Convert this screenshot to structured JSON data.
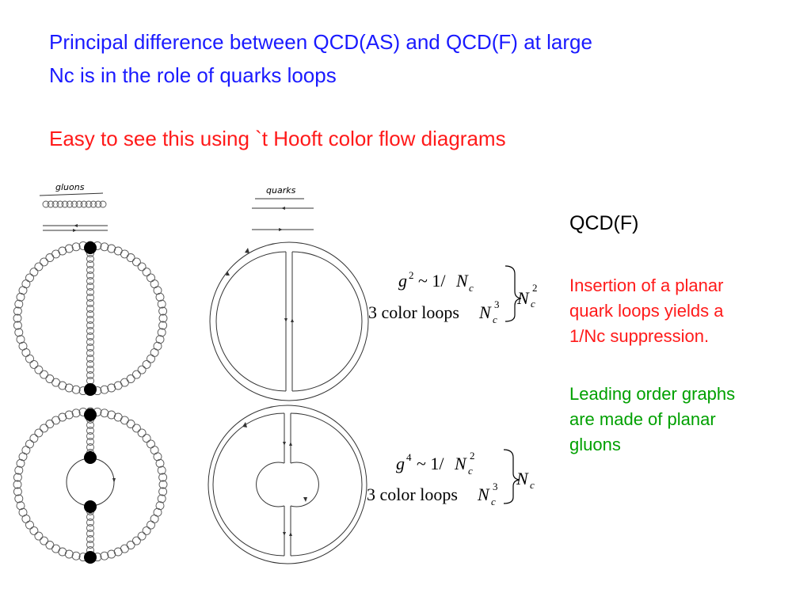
{
  "heading": {
    "line1": "Principal difference between QCD(AS) and QCD(F) at large",
    "line2": "Nc is in the role of quarks loops"
  },
  "subheading": "Easy to see this using `t Hooft color flow diagrams",
  "legend": {
    "gluons_label": "gluons",
    "quarks_label": "quarks"
  },
  "formulas": {
    "top": {
      "line1": {
        "g": "g",
        "g_exp": "2",
        "relation": "~ 1/",
        "n": "N",
        "n_sub": "c",
        "n_exp": ""
      },
      "line2": {
        "text": "3 color loops",
        "n": "N",
        "n_sub": "c",
        "n_exp": "3"
      },
      "result": {
        "n": "N",
        "n_sub": "c",
        "n_exp": "2"
      }
    },
    "bottom": {
      "line1": {
        "g": "g",
        "g_exp": "4",
        "relation": "~ 1/",
        "n": "N",
        "n_sub": "c",
        "n_exp": "2"
      },
      "line2": {
        "text": "3 color loops",
        "n": "N",
        "n_sub": "c",
        "n_exp": "3"
      },
      "result": {
        "n": "N",
        "n_sub": "c",
        "n_exp": ""
      }
    }
  },
  "side_panel": {
    "heading": "QCD(F)",
    "red_lines": [
      "Insertion of a planar",
      "quark loops yields a",
      "1/Nc suppression."
    ],
    "green_lines": [
      "Leading order graphs",
      "are made of planar",
      "gluons"
    ]
  },
  "colors": {
    "blue_text": "#1a1aff",
    "red_text": "#ff1a1a",
    "green_text": "#00a000",
    "diagram_line": "#333333"
  }
}
